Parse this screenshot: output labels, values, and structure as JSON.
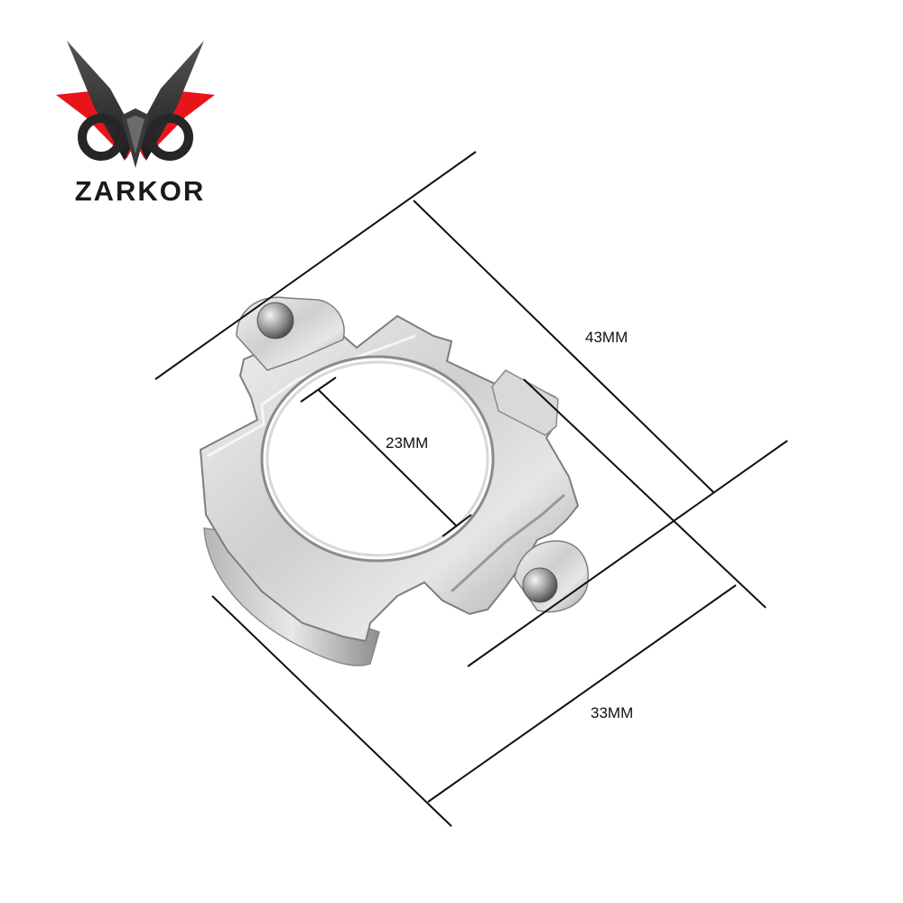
{
  "brand": {
    "name": "ZARKOR",
    "colors": {
      "accent": "#e8141c",
      "dark": "#2a2a2a",
      "text": "#1a1a1a"
    }
  },
  "product": {
    "name": "",
    "icon": "headlight-bulb-adapter-bracket"
  },
  "dimensions": {
    "length": "43MM",
    "width": "33MM",
    "hole": "23MM"
  }
}
